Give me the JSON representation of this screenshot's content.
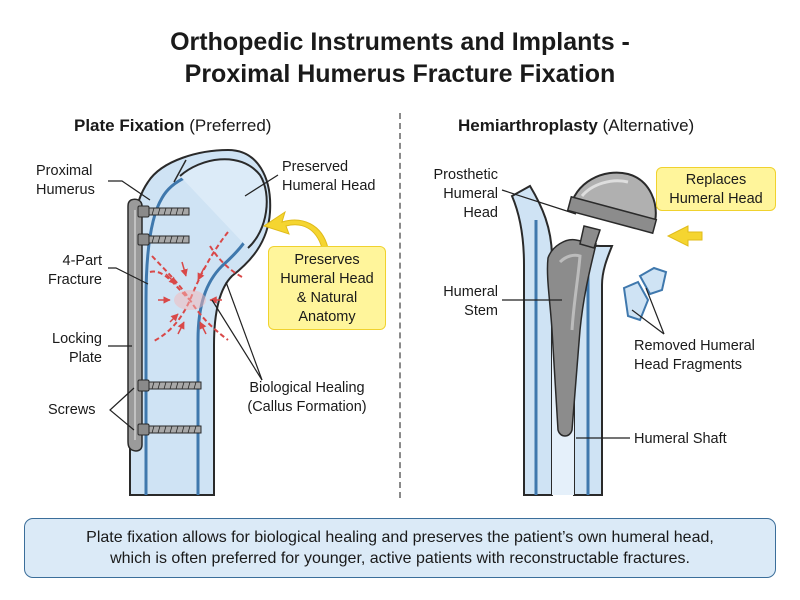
{
  "title": {
    "line1": "Orthopedic Instruments and Implants -",
    "line2": "Proximal Humerus Fracture Fixation"
  },
  "left_panel": {
    "heading": "Plate Fixation",
    "qualifier": "(Preferred)",
    "labels": {
      "proximal_humerus": [
        "Proximal",
        "Humerus"
      ],
      "fracture": [
        "4-Part",
        "Fracture"
      ],
      "locking_plate": [
        "Locking",
        "Plate"
      ],
      "screws": "Screws",
      "preserved_head": [
        "Preserved",
        "Humeral Head"
      ],
      "biological_healing": [
        "Biological Healing",
        "(Callus Formation)"
      ]
    },
    "callout": [
      "Preserves",
      "Humeral Head",
      "& Natural",
      "Anatomy"
    ]
  },
  "right_panel": {
    "heading": "Hemiarthroplasty",
    "qualifier": "(Alternative)",
    "labels": {
      "prosthetic_head": [
        "Prosthetic",
        "Humeral",
        "Head"
      ],
      "humeral_stem": [
        "Humeral",
        "Stem"
      ],
      "removed_fragments": [
        "Removed Humeral",
        "Head Fragments"
      ],
      "humeral_shaft": "Humeral Shaft"
    },
    "callout": [
      "Replaces",
      "Humeral Head"
    ]
  },
  "summary": {
    "line1": "Plate fixation allows for biological healing and preserves the patient’s own humeral head,",
    "line2": "which is often preferred for younger, active patients with reconstructable fractures."
  },
  "colors": {
    "bone_fill": "#cfe3f4",
    "bone_outline": "#2a2a2a",
    "cortex": "#3f78ad",
    "plate": "#9a9a9a",
    "implant": "#8c8c8c",
    "callout": "#fff59b",
    "arrow": "#f5d530",
    "fracture_line": "#d94848",
    "summary_fill": "#dbeaf7"
  }
}
